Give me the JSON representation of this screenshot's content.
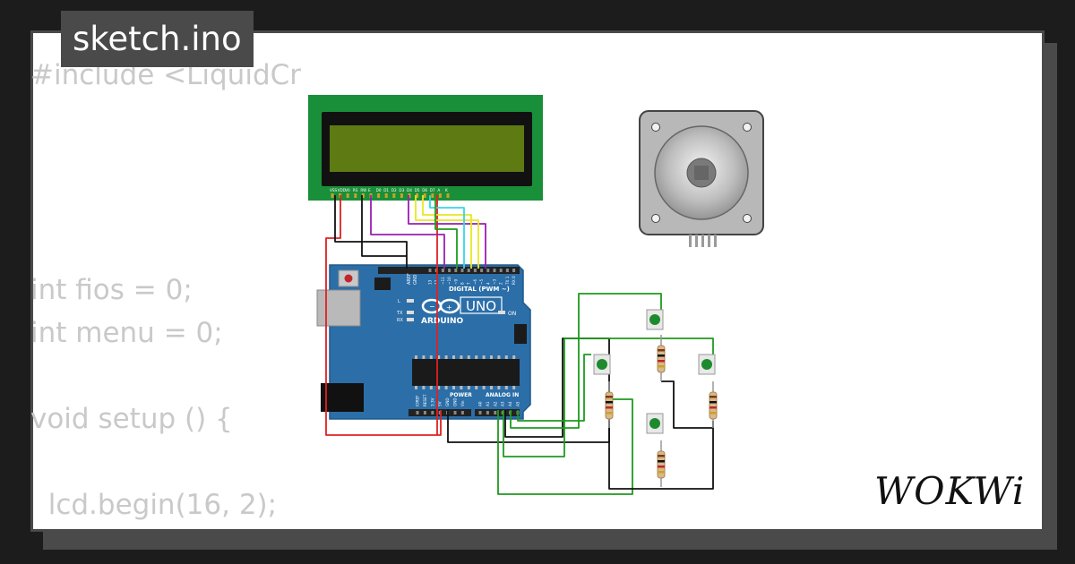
{
  "title_tab": {
    "label": "sketch.ino"
  },
  "code": {
    "lines": [
      "#include <LiquidCr",
      "",
      "",
      "",
      "",
      "int fios = 0;",
      "int menu = 0;",
      "",
      "void setup () {",
      "",
      "  lcd.begin(16, 2);"
    ]
  },
  "lcd": {
    "pin_labels": [
      "VSS",
      "VDD",
      "V0",
      "RS",
      "RW",
      "E",
      "D0",
      "D1",
      "D2",
      "D3",
      "D4",
      "D5",
      "D6",
      "D7",
      "A",
      "K"
    ]
  },
  "arduino": {
    "logo_text": "ARDUINO",
    "model": "UNO",
    "digital_label": "DIGITAL (PWM ~)",
    "power_label": "POWER",
    "analog_label": "ANALOG IN",
    "on_label": "ON",
    "tx_label": "TX",
    "rx_label": "RX",
    "l_label": "L",
    "aref_label": "AREF",
    "gnd_label": "GND",
    "top_pin_labels": [
      "13",
      "12",
      "~11",
      "~10",
      "~9",
      "8",
      "7",
      "~6",
      "~5",
      "4",
      "~3",
      "2",
      "TX 1",
      "RX 0"
    ],
    "power_pin_labels": [
      "IOREF",
      "RESET",
      "3.3V",
      "5V",
      "GND",
      "GND",
      "Vin"
    ],
    "analog_pin_labels": [
      "A0",
      "A1",
      "A2",
      "A3",
      "A4",
      "A5"
    ]
  },
  "brand": {
    "logo": "WOKWi"
  },
  "colors": {
    "background": "#1c1c1c",
    "card": "#ffffff",
    "tab": "#4a4a4a",
    "code_text": "#c9c9c9",
    "lcd_board": "#1a8f3a",
    "lcd_screen": "#5e7a12",
    "arduino_board": "#2b6ea8",
    "wire_red": "#e02020",
    "wire_black": "#111111",
    "wire_purple": "#9b1fb0",
    "wire_cyan": "#35d6e8",
    "wire_yellow": "#e8e820",
    "wire_green": "#1f9a1f"
  }
}
